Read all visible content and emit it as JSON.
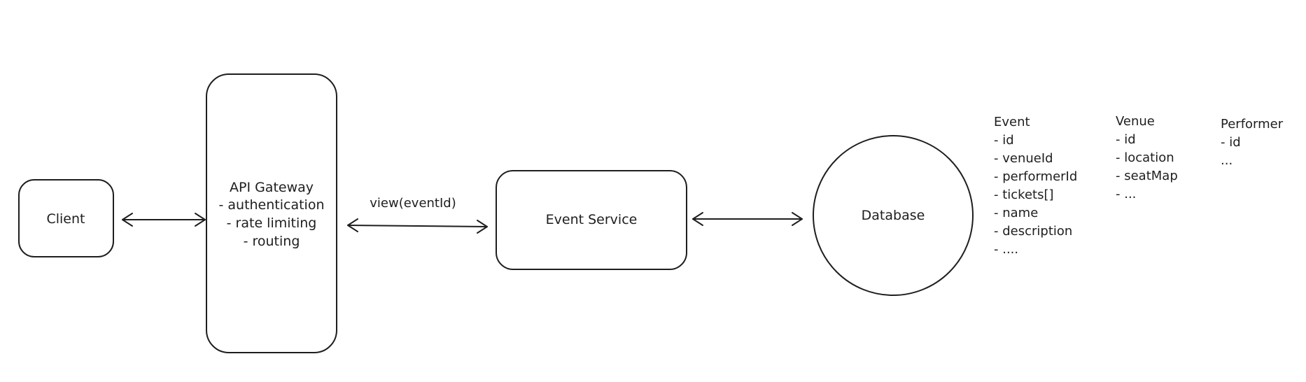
{
  "nodes": {
    "client": {
      "label": "Client"
    },
    "gateway": {
      "title": "API Gateway",
      "lines": [
        "- authentication",
        "- rate limiting",
        "- routing"
      ]
    },
    "event_service": {
      "label": "Event Service"
    },
    "database": {
      "label": "Database"
    }
  },
  "edges": {
    "gateway_to_service": {
      "label": "view(eventId)"
    }
  },
  "schemas": {
    "event": {
      "title": "Event",
      "fields": [
        "- id",
        "- venueId",
        "- performerId",
        "- tickets[]",
        "- name",
        "- description",
        "- ...."
      ]
    },
    "venue": {
      "title": "Venue",
      "fields": [
        "- id",
        "- location",
        "- seatMap",
        "- ..."
      ]
    },
    "performer": {
      "title": "Performer",
      "fields": [
        "- id",
        "..."
      ]
    }
  }
}
